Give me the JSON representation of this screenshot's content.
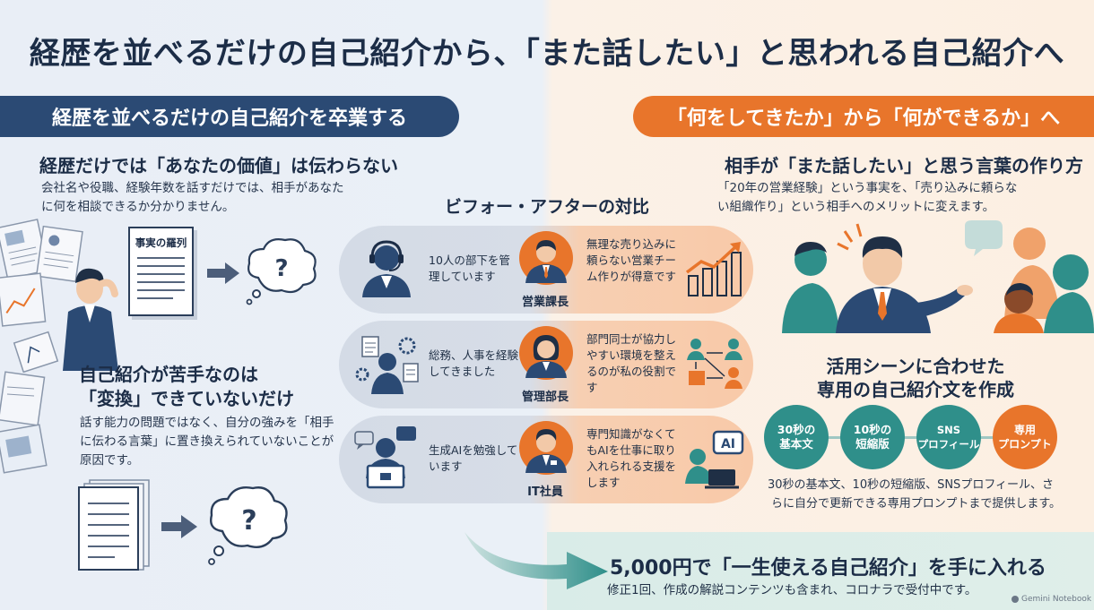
{
  "title": "経歴を並べるだけの自己紹介から、「また話したい」と思われる自己紹介へ",
  "left": {
    "banner": "経歴を並べるだけの自己紹介を卒業する",
    "section1": {
      "heading": "経歴だけでは「あなたの価値」は伝わらない",
      "text_line1": "会社名や役職、経験年数を話すだけでは、相手があなた",
      "text_line2": "に何を相談できるか分かりません。"
    },
    "doc_label": "事実の羅列",
    "section2": {
      "heading_line1": "自己紹介が苦手なのは",
      "heading_line2": "「変換」できていないだけ",
      "text_line1": "話す能力の問題ではなく、自分の強みを「相手",
      "text_line2": "に伝わる言葉」に置き換えられていないことが",
      "text_line3": "原因です。"
    }
  },
  "comparison": {
    "title": "ビフォー・アフターの対比",
    "rows": [
      {
        "before": "10人の部下を管理しています",
        "role": "営業課長",
        "after": "無理な売り込みに頼らない営業チーム作りが得意です"
      },
      {
        "before": "総務、人事を経験してきました",
        "role": "管理部長",
        "after": "部門同士が協力しやすい環境を整えるのが私の役割です"
      },
      {
        "before": "生成AIを勉強しています",
        "role": "IT社員",
        "after": "専門知識がなくてもAIを仕事に取り入れられる支援をします"
      }
    ],
    "ai_badge": "AI"
  },
  "right": {
    "banner": "「何をしてきたか」から「何ができるか」へ",
    "section1": {
      "heading": "相手が「また話したい」と思う言葉の作り方",
      "text_line1": "「20年の営業経験」という事実を、「売り込みに頼らな",
      "text_line2": "い組織作り」という相手へのメリットに変えます。"
    },
    "section2": {
      "heading_line1": "活用シーンに合わせた",
      "heading_line2": "専用の自己紹介文を作成"
    },
    "scenes": [
      {
        "line1": "30秒の",
        "line2": "基本文",
        "color": "#2f8f8a"
      },
      {
        "line1": "10秒の",
        "line2": "短縮版",
        "color": "#2f8f8a"
      },
      {
        "line1": "SNS",
        "line2": "プロフィール",
        "color": "#2f8f8a"
      },
      {
        "line1": "専用",
        "line2": "プロンプト",
        "color": "#e8752b"
      }
    ],
    "scene_text_line1": "30秒の基本文、10秒の短縮版、SNSプロフィール、さ",
    "scene_text_line2": "らに自分で更新できる専用プロンプトまで提供します。"
  },
  "cta": {
    "title": "5,000円で「一生使える自己紹介」を手に入れる",
    "subtitle": "修正1回、作成の解説コンテンツも含まれ、コロナラで受付中です。"
  },
  "watermark": "Gemini Notebook",
  "colors": {
    "navy": "#2b4a74",
    "orange": "#e8752b",
    "teal": "#2f8f8a"
  }
}
